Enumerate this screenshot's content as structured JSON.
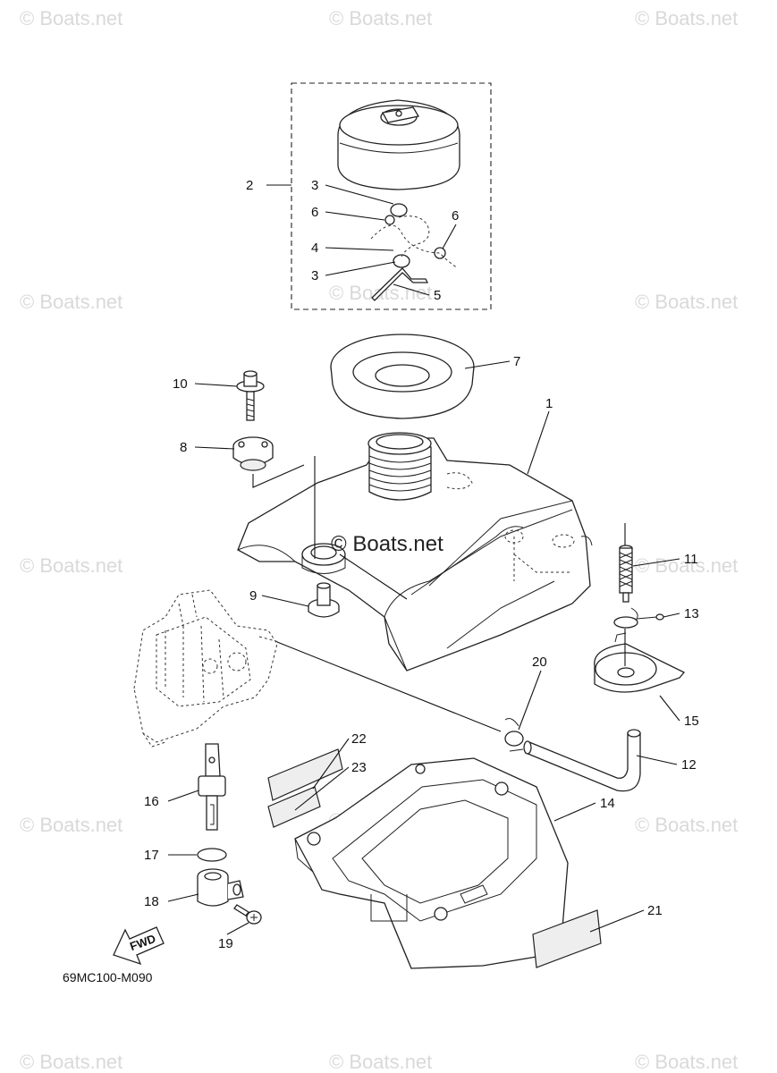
{
  "diagram": {
    "drawing_code": "69MC100-M090",
    "center_watermark": "© Boats.net",
    "fwd_label": "FWD",
    "watermark_text": "© Boats.net",
    "callouts": [
      {
        "id": "c1",
        "label": "1"
      },
      {
        "id": "c2",
        "label": "2"
      },
      {
        "id": "c3a",
        "label": "3"
      },
      {
        "id": "c3b",
        "label": "3"
      },
      {
        "id": "c4",
        "label": "4"
      },
      {
        "id": "c5",
        "label": "5"
      },
      {
        "id": "c6a",
        "label": "6"
      },
      {
        "id": "c6b",
        "label": "6"
      },
      {
        "id": "c7",
        "label": "7"
      },
      {
        "id": "c8",
        "label": "8"
      },
      {
        "id": "c9",
        "label": "9"
      },
      {
        "id": "c10",
        "label": "10"
      },
      {
        "id": "c11",
        "label": "11"
      },
      {
        "id": "c12",
        "label": "12"
      },
      {
        "id": "c13",
        "label": "13"
      },
      {
        "id": "c14",
        "label": "14"
      },
      {
        "id": "c15",
        "label": "15"
      },
      {
        "id": "c16",
        "label": "16"
      },
      {
        "id": "c17",
        "label": "17"
      },
      {
        "id": "c18",
        "label": "18"
      },
      {
        "id": "c19",
        "label": "19"
      },
      {
        "id": "c20",
        "label": "20"
      },
      {
        "id": "c21",
        "label": "21"
      },
      {
        "id": "c22",
        "label": "22"
      },
      {
        "id": "c23",
        "label": "23"
      }
    ]
  }
}
